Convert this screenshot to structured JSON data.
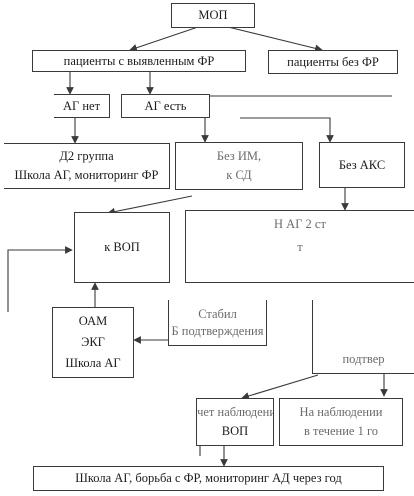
{
  "nodes": {
    "mop": "МОП",
    "with_rf": "пациенты с выявленным ФР",
    "without_rf": "пациенты без ФР",
    "ag_no": "АГ нет",
    "ag_yes": "АГ есть",
    "d2_line1": "Д2 группа",
    "d2_line2": "Школа АГ, мониторинг ФР",
    "mid_line1": "Без ИМ,",
    "mid_line2": "к          СД",
    "no_aks": "Без АКС",
    "to_vop": "к ВОП",
    "right_mid_line1": "Н             АГ 2 ст",
    "right_mid_line2": "т",
    "oam": "ОАМ",
    "ekg": "ЭКГ",
    "school_ag": "Школа АГ",
    "stab_line1": "Стабил",
    "stab_line2": "Б              подтверждения",
    "podtv": "подтвер",
    "under_obs_line1": "Учет                наблюдения",
    "under_obs_line2": "ВОП",
    "follow_line1": "На        наблюдении",
    "follow_line2": "в течение 1 го",
    "final": "Школа АГ, борьба с ФР, мониторинг АД через год"
  },
  "colors": {
    "line": "#3a3a3a",
    "text": "#1c1c1c",
    "background": "#ffffff"
  }
}
